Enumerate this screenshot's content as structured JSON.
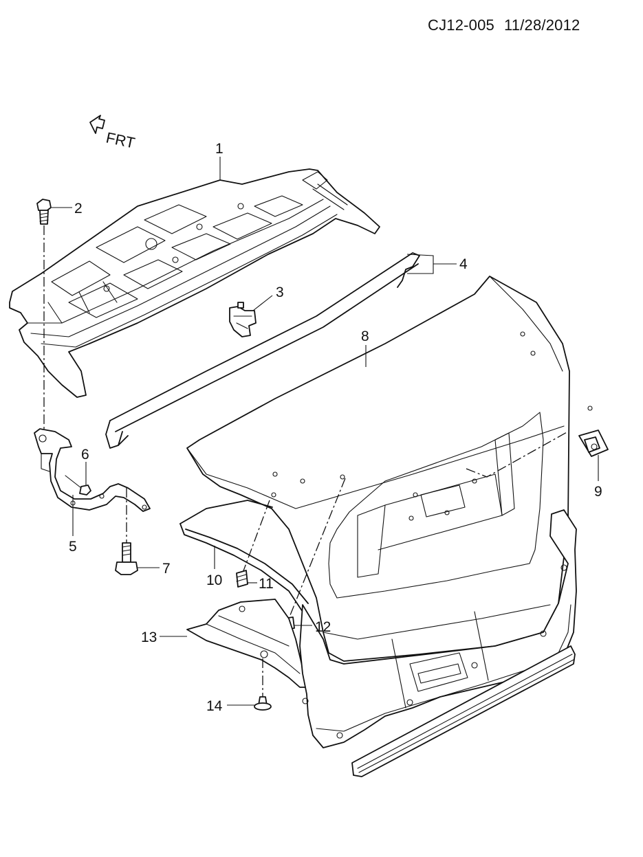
{
  "header": {
    "doc_code": "CJ12-005",
    "doc_date": "11/28/2012"
  },
  "direction": {
    "label": "FRT"
  },
  "callouts": [
    {
      "id": "1",
      "label": "1"
    },
    {
      "id": "2",
      "label": "2"
    },
    {
      "id": "3",
      "label": "3"
    },
    {
      "id": "4",
      "label": "4"
    },
    {
      "id": "5",
      "label": "5"
    },
    {
      "id": "6",
      "label": "6"
    },
    {
      "id": "7",
      "label": "7"
    },
    {
      "id": "8",
      "label": "8"
    },
    {
      "id": "9",
      "label": "9"
    },
    {
      "id": "10",
      "label": "10"
    },
    {
      "id": "11",
      "label": "11"
    },
    {
      "id": "12",
      "label": "12"
    },
    {
      "id": "13",
      "label": "13"
    },
    {
      "id": "14",
      "label": "14"
    }
  ]
}
